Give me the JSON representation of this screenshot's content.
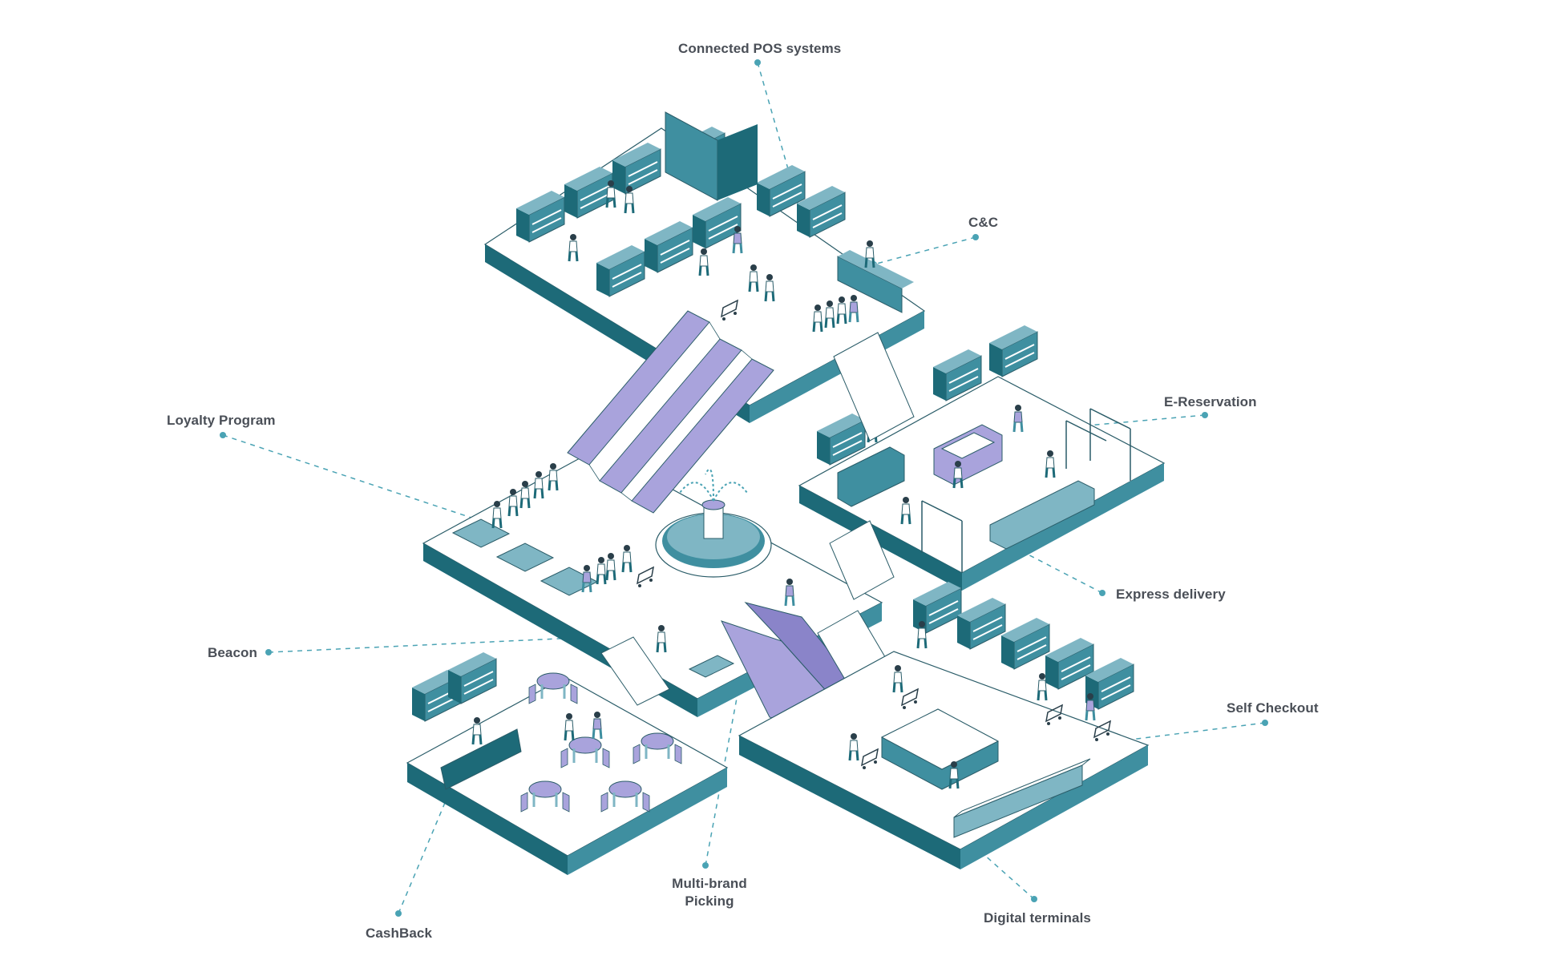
{
  "colors": {
    "teal_dark": "#1d6a78",
    "teal_mid": "#3f8fa0",
    "teal_light": "#7fb6c4",
    "lavender": "#a9a3dc",
    "lavender_dark": "#8a84c9",
    "platform_top": "#ffffff",
    "outline": "#2a5c68",
    "connector": "#4aa3b4",
    "label_text": "#4a4f57"
  },
  "labels": {
    "connected_pos": "Connected POS systems",
    "cc": "C&C",
    "e_reservation": "E-Reservation",
    "loyalty": "Loyalty Program",
    "express": "Express delivery",
    "beacon": "Beacon",
    "self_checkout": "Self Checkout",
    "multi_brand_1": "Multi-brand",
    "multi_brand_2": "Picking",
    "digital_terminals": "Digital terminals",
    "cashback": "CashBack"
  },
  "icons": {
    "store": "store-zone",
    "escalator": "escalator",
    "fountain": "fountain",
    "shopper": "shopper-figure",
    "cart": "shopping-cart",
    "shelf": "display-shelf"
  }
}
